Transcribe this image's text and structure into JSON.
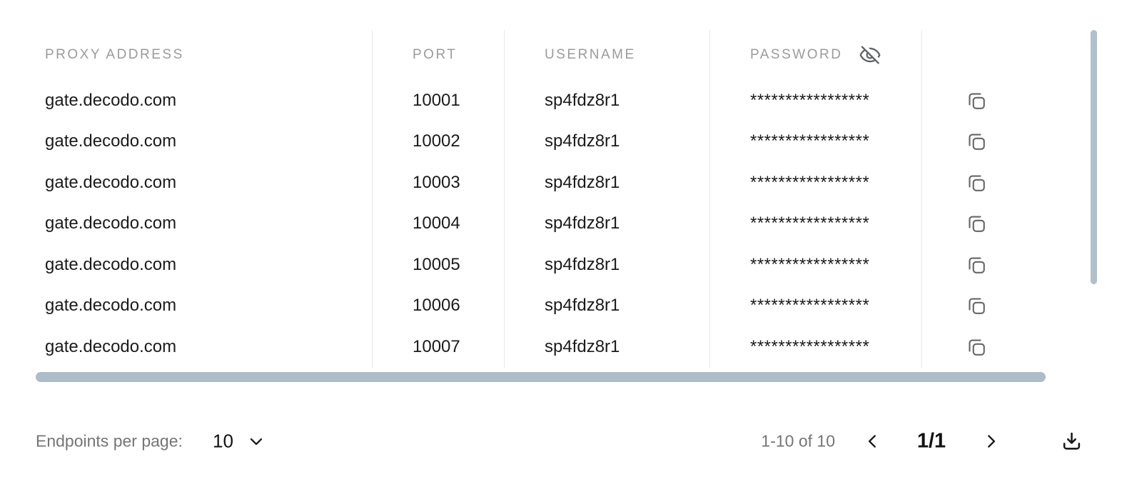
{
  "table": {
    "headers": {
      "proxy_address": "PROXY ADDRESS",
      "port": "PORT",
      "username": "USERNAME",
      "password": "PASSWORD"
    },
    "rows": [
      {
        "proxy_address": "gate.decodo.com",
        "port": "10001",
        "username": "sp4fdz8r1",
        "password_masked": "*****************"
      },
      {
        "proxy_address": "gate.decodo.com",
        "port": "10002",
        "username": "sp4fdz8r1",
        "password_masked": "*****************"
      },
      {
        "proxy_address": "gate.decodo.com",
        "port": "10003",
        "username": "sp4fdz8r1",
        "password_masked": "*****************"
      },
      {
        "proxy_address": "gate.decodo.com",
        "port": "10004",
        "username": "sp4fdz8r1",
        "password_masked": "*****************"
      },
      {
        "proxy_address": "gate.decodo.com",
        "port": "10005",
        "username": "sp4fdz8r1",
        "password_masked": "*****************"
      },
      {
        "proxy_address": "gate.decodo.com",
        "port": "10006",
        "username": "sp4fdz8r1",
        "password_masked": "*****************"
      },
      {
        "proxy_address": "gate.decodo.com",
        "port": "10007",
        "username": "sp4fdz8r1",
        "password_masked": "*****************"
      }
    ]
  },
  "footer": {
    "per_page_label": "Endpoints per page:",
    "per_page_value": "10",
    "range_text": "1-10 of 10",
    "page_indicator": "1/1"
  },
  "icons": {
    "password_toggle": "eye-off-icon",
    "row_action": "copy-icon",
    "per_page": "chevron-down-icon",
    "prev": "chevron-left-icon",
    "next": "chevron-right-icon",
    "export": "download-icon"
  },
  "colors": {
    "scrollbar_horizontal": "#aebbc8",
    "scrollbar_vertical": "#b3bfcb",
    "header_text": "#9b9b9b",
    "body_text": "#1b1b1b",
    "muted_text": "#757575",
    "divider": "#e9e9e9",
    "icon_stroke": "#666666"
  }
}
